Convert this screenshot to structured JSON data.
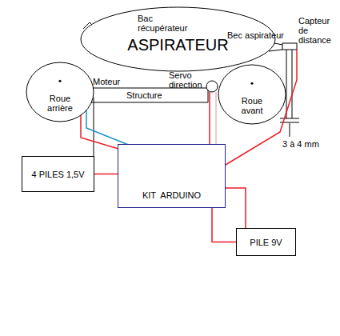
{
  "diagram": {
    "nodes": [
      {
        "text": [
          "ASPIRATEUR"
        ]
      },
      {
        "text": [
          "Roue arrière"
        ]
      },
      {
        "text": [
          "Roue avant"
        ]
      },
      {
        "text": [
          "4 PILES 1,5V"
        ]
      },
      {
        "text": [
          "KIT  ARDUINO"
        ]
      },
      {
        "text": [
          "PILE 9V"
        ]
      }
    ],
    "edges": [
      {
        "from": 3,
        "to": 4,
        "arrow": "none"
      },
      {
        "from": 5,
        "to": 4,
        "arrow": "none"
      },
      {
        "from": 5,
        "to": 4,
        "arrow": "none"
      }
    ],
    "labels": [
      "Bac récupérateur",
      "Bec aspirateur",
      "Capteur de distance",
      "Moteur",
      "Servo direction",
      "Structure",
      "3 à 4 mm"
    ]
  }
}
